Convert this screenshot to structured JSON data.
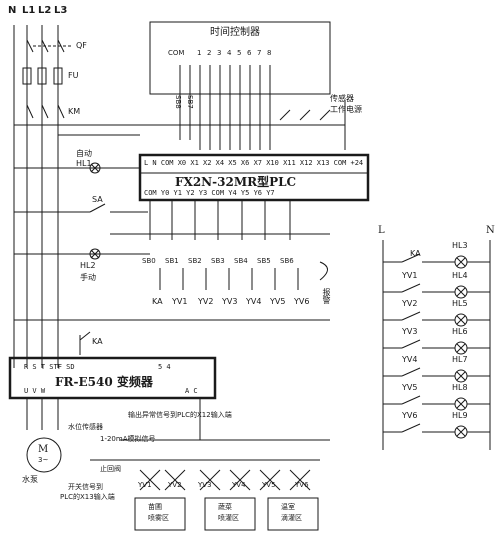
{
  "power": {
    "n": "N",
    "l1": "L1",
    "l2": "L2",
    "l3": "L3",
    "qf": "QF",
    "fu": "FU",
    "km": "KM"
  },
  "timer": {
    "title": "时间控制器",
    "com": "COM",
    "terminals": [
      "1",
      "2",
      "3",
      "4",
      "5",
      "6",
      "7",
      "8"
    ],
    "sb8": "SB8",
    "sb7": "SB7"
  },
  "sensor_power": {
    "line1": "传感器",
    "line2": "工作电源"
  },
  "plc": {
    "model": "FX2N-32MR型PLC",
    "inputs_row": "L N COM X0 X1 X2 X4 X5 X6 X7 X10 X11 X12 X13 COM +24",
    "outputs_row": "COM Y0 Y1 Y2 Y3 COM Y4 Y5 Y6 Y7"
  },
  "left_controls": {
    "auto_l1": "自动",
    "auto_l2": "HL1",
    "sa": "SA",
    "manual_l1": "HL2",
    "manual_l2": "手动"
  },
  "buttons": [
    "SB0",
    "SB1",
    "SB2",
    "SB3",
    "SB4",
    "SB5",
    "SB6"
  ],
  "outputs": [
    "KA",
    "YV1",
    "YV2",
    "YV3",
    "YV4",
    "YV5",
    "YV6"
  ],
  "alarm": "报警",
  "ka_contact": "KA",
  "inverter": {
    "model": "FR-E540 变频器",
    "top_terms": "R S T STF SD",
    "terms_54": "5  4",
    "bottom_terms": "U V W",
    "ac_terms": "A C"
  },
  "notes": {
    "abnormal": "输出异常信号到PLC的X12输入端",
    "level": "水位传感器",
    "analog": "1-20mA模拟信号",
    "check": "止回阀",
    "switch1": "开关信号到",
    "switch2": "PLC的X13输入端"
  },
  "pump": {
    "motor": "M",
    "phase": "3~",
    "label": "水泵"
  },
  "valves": [
    "YV1",
    "YV2",
    "YV3",
    "YV4",
    "YV5",
    "YV6"
  ],
  "zones": [
    {
      "line1": "苗圃",
      "line2": "喷雾区"
    },
    {
      "line1": "蔬菜",
      "line2": "喷灌区"
    },
    {
      "line1": "温室",
      "line2": "滴灌区"
    }
  ],
  "ladder": {
    "l": "L",
    "n": "N",
    "ka": "KA",
    "contacts": [
      "YV1",
      "YV2",
      "YV3",
      "YV4",
      "YV5",
      "YV6"
    ],
    "lamps": [
      "HL3",
      "HL4",
      "HL5",
      "HL6",
      "HL7",
      "HL8",
      "HL9"
    ]
  }
}
